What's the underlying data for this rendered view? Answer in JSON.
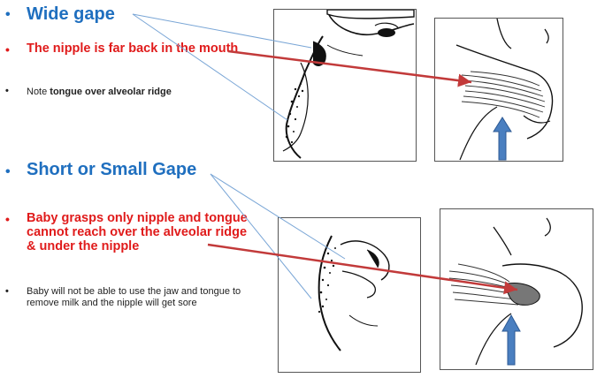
{
  "top_section": {
    "heading": "Wide gape",
    "point_1": "The nipple is far back in the mouth",
    "note_prefix": "Note ",
    "note_bold": "tongue over alveolar ridge"
  },
  "bottom_section": {
    "heading": "Short or Small Gape",
    "point_1": "Baby grasps only nipple and tongue cannot reach over the alveolar ridge & under the nipple",
    "point_2": "Baby will not be able to use the jaw and tongue to remove milk and the nipple will get sore"
  },
  "bullet_glyph": "•",
  "colors": {
    "heading_blue": "#1f6fbf",
    "point_red": "#e01b1b",
    "note_black": "#222222",
    "arrow_blue": "#4a7fc0",
    "pointer_line_blue": "#7aa6d6",
    "pointer_line_red": "#c23a3a"
  }
}
